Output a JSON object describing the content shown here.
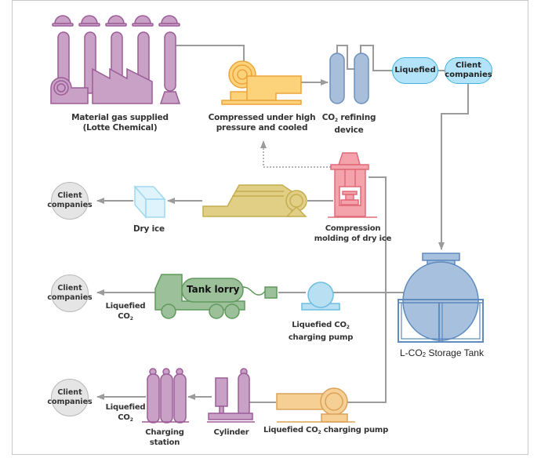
{
  "diagram": {
    "title": "Liquefied CO2 production and distribution process",
    "colors": {
      "factory": "#c9a0c6",
      "compressor": "#fcd37a",
      "refining": "#a8bfdc",
      "pill": "#b3e3f8",
      "client": "#e5e5e6",
      "dryice_line": "#e1cf86",
      "press": "#f4a3ad",
      "lorry": "#9cc09a",
      "tank": "#a7c0de",
      "pump_bottom": "#f5cf94",
      "cylinder": "#c9a0c6",
      "connector": "#9b9b9b"
    },
    "nodes": {
      "material_gas": {
        "line1": "Material gas supplied",
        "line2": "(Lotte Chemical)"
      },
      "compressor": {
        "line1": "Compressed under high",
        "line2": "pressure and cooled"
      },
      "refining": {
        "line1_prefix": "CO",
        "line1_sub": "2",
        "line1_suffix": " refining",
        "line2": "device"
      },
      "liquefied_pill": {
        "label": "Liquefied"
      },
      "client_pill": {
        "line1": "Client",
        "line2": "companies"
      },
      "press": {
        "line1": "Compression",
        "line2": "molding of dry ice"
      },
      "dry_ice": {
        "label": "Dry ice"
      },
      "client_dryice": {
        "line1": "Client",
        "line2": "companies"
      },
      "lorry": {
        "label": "Tank lorry"
      },
      "liquefied_co2_mid": {
        "line1": "Liquefied",
        "line2_prefix": "CO",
        "line2_sub": "2"
      },
      "client_lorry": {
        "line1": "Client",
        "line2": "companies"
      },
      "pump_mid": {
        "line1_prefix": "Liquefied CO",
        "line1_sub": "2",
        "line2": "charging pump"
      },
      "storage_tank": {
        "prefix": "L-CO",
        "sub": "2",
        "suffix": " Storage Tank"
      },
      "pump_bottom": {
        "prefix": "Liquefied CO",
        "sub": "2",
        "suffix": " charging pump"
      },
      "cylinder": {
        "label": "Cylinder"
      },
      "charging_station": {
        "line1": "Charging",
        "line2": "station"
      },
      "liquefied_co2_bottom": {
        "line1": "Liquefied",
        "line2_prefix": "CO",
        "line2_sub": "2"
      },
      "client_bottom": {
        "line1": "Client",
        "line2": "companies"
      }
    }
  }
}
